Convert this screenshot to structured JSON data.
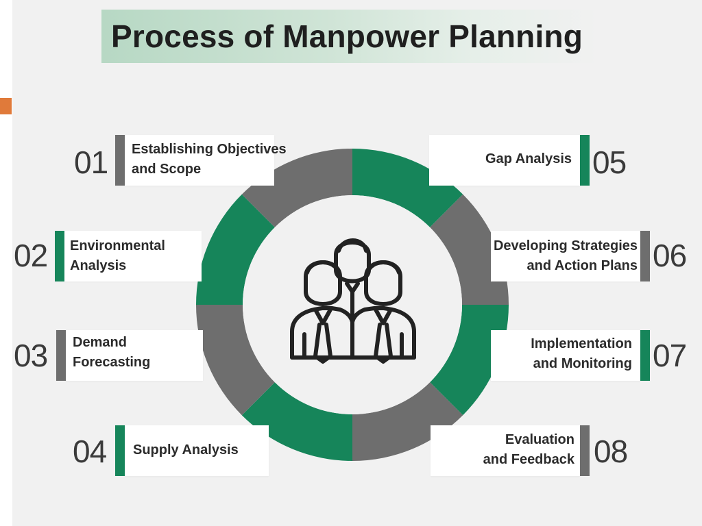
{
  "title": "Process of Manpower Planning",
  "colors": {
    "green": "#16855a",
    "gray": "#6e6e6e",
    "accent": "#e07a3a"
  },
  "icon": "people-group-icon",
  "steps": [
    {
      "number": "01",
      "line1": "Establishing Objectives",
      "line2": "and Scope",
      "bar_color": "gray"
    },
    {
      "number": "02",
      "line1": "Environmental",
      "line2": "Analysis",
      "bar_color": "green"
    },
    {
      "number": "03",
      "line1": "Demand",
      "line2": "Forecasting",
      "bar_color": "gray"
    },
    {
      "number": "04",
      "line1": "Supply Analysis",
      "line2": "",
      "bar_color": "green"
    },
    {
      "number": "05",
      "line1": "Gap Analysis",
      "line2": "",
      "bar_color": "green"
    },
    {
      "number": "06",
      "line1": "Developing Strategies",
      "line2": "and Action Plans",
      "bar_color": "gray"
    },
    {
      "number": "07",
      "line1": "Implementation",
      "line2": "and Monitoring",
      "bar_color": "green"
    },
    {
      "number": "08",
      "line1": "Evaluation",
      "line2": "and Feedback",
      "bar_color": "gray"
    }
  ],
  "ring_segments": [
    "green",
    "gray",
    "green",
    "gray",
    "green",
    "gray",
    "green",
    "gray"
  ]
}
